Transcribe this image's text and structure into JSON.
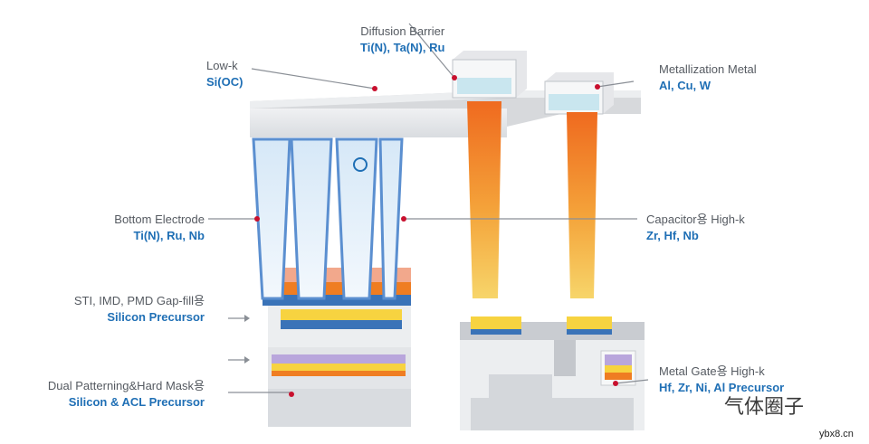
{
  "labels": {
    "diffusion": {
      "title": "Diffusion Barrier",
      "sub": "Ti(N), Ta(N), Ru"
    },
    "lowk": {
      "title": "Low-k",
      "sub": "Si(OC)"
    },
    "metallization": {
      "title": "Metallization Metal",
      "sub": "Al, Cu, W"
    },
    "bottom": {
      "title": "Bottom Electrode",
      "sub": "Ti(N), Ru, Nb"
    },
    "capacitor": {
      "title": "Capacitor용 High-k",
      "sub": "Zr, Hf, Nb"
    },
    "sti": {
      "title": "STI, IMD, PMD Gap-fill용",
      "sub": "Silicon Precursor"
    },
    "dual": {
      "title": "Dual Patterning&Hard Mask용",
      "sub": "Silicon & ACL Precursor"
    },
    "metalgate": {
      "title": "Metal Gate용 High-k",
      "sub": "Hf, Zr, Ni, Al Precursor"
    }
  },
  "watermark": {
    "text": "气体圈子",
    "site": "ybx8.cn"
  },
  "colors": {
    "accent": "#1f6fb5",
    "dot": "#c8102e",
    "orange": "#ef7d22",
    "yellow": "#f5d442",
    "blue": "#3a73b8"
  }
}
